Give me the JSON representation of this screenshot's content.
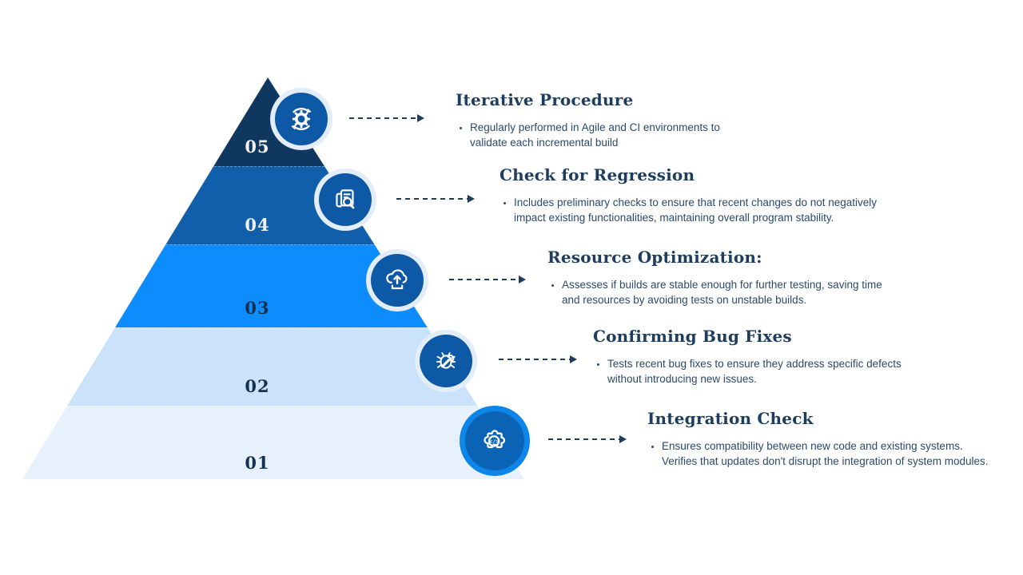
{
  "page_background": "#ffffff",
  "colors": {
    "heading_text": "#1d3d5f",
    "body_text": "#2b4a6b",
    "arrow": "#1e3c5c",
    "badge_bg_default": "#0d59a5",
    "badge_ring_default": "#e3edfa",
    "badge_bg_bottom": "#0a63b5",
    "badge_ring_bottom": "#0d86ea"
  },
  "items": [
    {
      "number": "05",
      "band_color": "#10375f",
      "number_color": "#f1f1ec",
      "icon": "iteration-gear-icon",
      "icon_bg": "#0d59a5",
      "icon_ring": "#e3edfa",
      "icon_ring_width": 6,
      "title": "Iterative Procedure",
      "bullet_lines": [
        "Regularly performed in Agile and CI environments to",
        "validate each incremental build"
      ]
    },
    {
      "number": "04",
      "band_color": "#115fab",
      "number_color": "#f1f1ec",
      "icon": "document-search-icon",
      "icon_bg": "#0d59a5",
      "icon_ring": "#e3edfa",
      "icon_ring_width": 6,
      "title": "Check for Regression",
      "bullet_lines": [
        "Includes preliminary checks to ensure that recent changes do not negatively",
        "impact existing functionalities, maintaining overall program stability."
      ]
    },
    {
      "number": "03",
      "band_color": "#0d8cfd",
      "number_color": "#16314f",
      "icon": "cloud-upload-icon",
      "icon_bg": "#0d59a5",
      "icon_ring": "#e3edfa",
      "icon_ring_width": 6,
      "title": "Resource Optimization:",
      "bullet_lines": [
        "Assesses if builds are stable enough for further testing, saving time",
        "and resources by avoiding tests on unstable builds."
      ]
    },
    {
      "number": "02",
      "band_color": "#cbe3fa",
      "number_color": "#16314f",
      "icon": "bug-wrench-icon",
      "icon_bg": "#0d59a5",
      "icon_ring": "#e3edfa",
      "icon_ring_width": 6,
      "title": "Confirming Bug Fixes",
      "bullet_lines": [
        "Tests recent bug fixes to ensure they address specific defects",
        "without introducing new issues."
      ]
    },
    {
      "number": "01",
      "band_color": "#e6f1fc",
      "number_color": "#16314f",
      "icon": "puzzle-code-icon",
      "icon_glyph": "</>",
      "icon_bg": "#0a63b5",
      "icon_ring": "#0d86ea",
      "icon_ring_width": 7,
      "title": "Integration Check",
      "bullet_lines": [
        "Ensures compatibility between new code and existing systems.",
        "Verifies that updates don't disrupt the integration of system modules."
      ]
    }
  ]
}
